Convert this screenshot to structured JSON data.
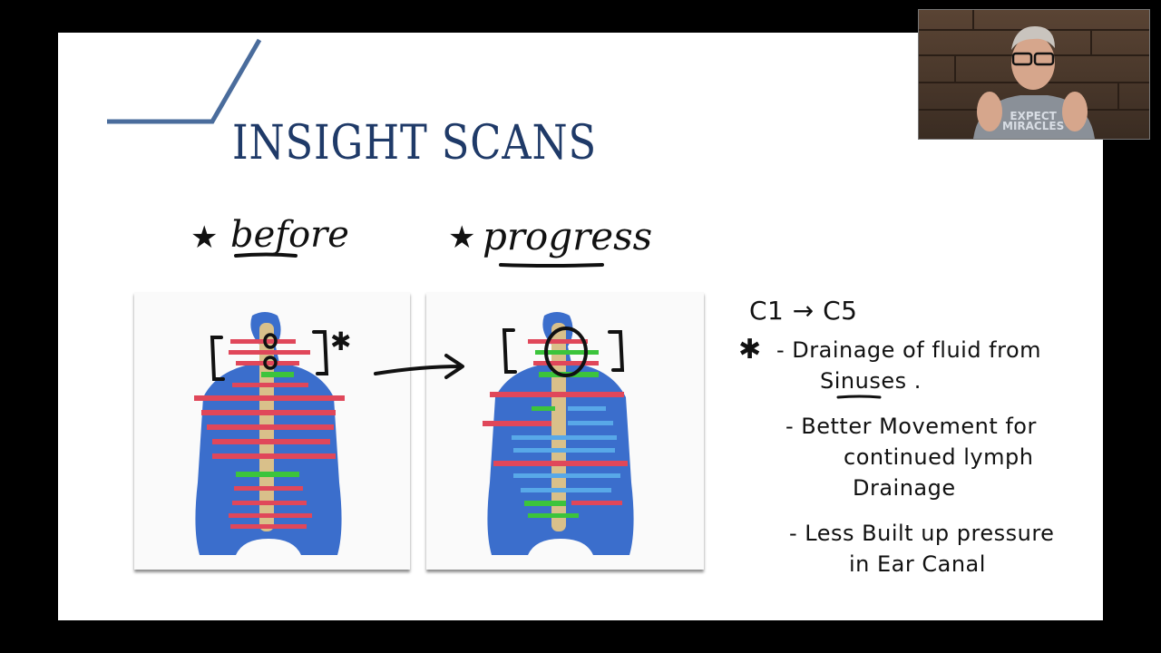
{
  "slide": {
    "title": "INSIGHT SCANS",
    "labels": {
      "before": "before",
      "progress": "progress"
    },
    "notes": {
      "heading": "C1 → C5",
      "bullet1_line1": "- Drainage of fluid from",
      "bullet1_line2": "Sinuses .",
      "bullet2_line1": "- Better Movement for",
      "bullet2_line2": "continued lymph",
      "bullet2_line3": "Drainage",
      "bullet3_line1": "- Less Built up pressure",
      "bullet3_line2": "in Ear Canal"
    }
  },
  "webcam": {
    "shirt_line1": "EXPECT",
    "shirt_line2": "MIRACLES"
  },
  "colors": {
    "title": "#1f3a68",
    "body": "#2a62c8",
    "spine": "#d9c08a",
    "red": "#e0475a",
    "green": "#3cc43c",
    "blue": "#58a8e8"
  },
  "icons": [
    "star-icon",
    "arrow-icon",
    "bracket-left",
    "bracket-right",
    "circle-mark"
  ]
}
